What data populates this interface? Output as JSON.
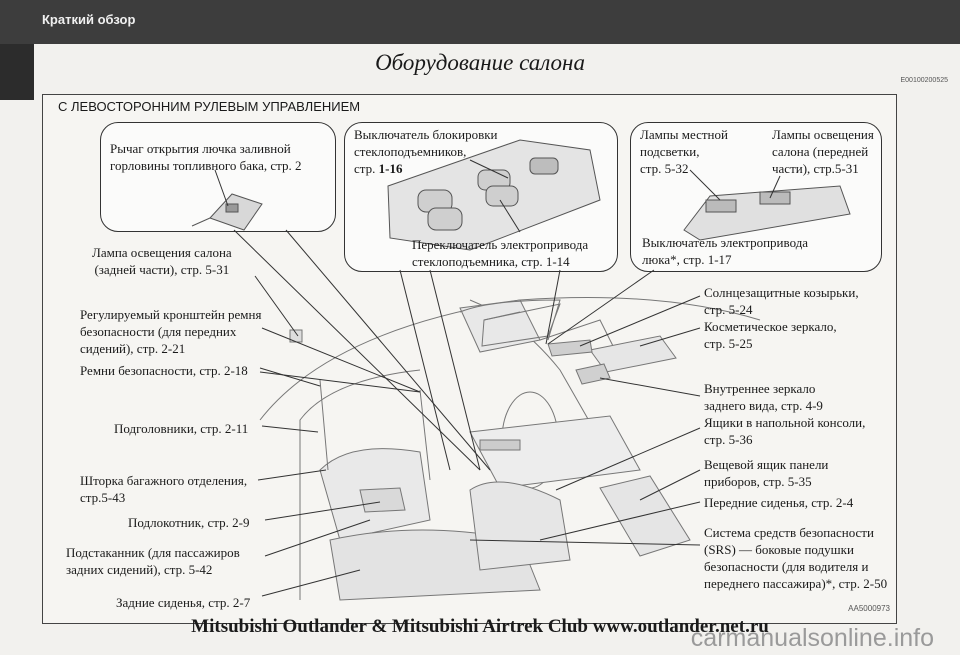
{
  "header": {
    "section": "Краткий обзор"
  },
  "page": {
    "title": "Оборудование салона",
    "code_top": "E00100200525"
  },
  "section_title": "С ЛЕВОСТОРОННИМ РУЛЕВЫМ УПРАВЛЕНИЕМ",
  "callouts": {
    "fuel_lever": [
      "Рычаг открытия лючка заливной",
      "горловины топливного бака, стр. 2"
    ],
    "window_lock": [
      "Выключатель блокировки",
      "стеклоподъемников,",
      "стр. "
    ],
    "window_lock_page": "1-16",
    "window_switch": [
      "Переключатель электропривода",
      "стеклоподъемника, стр. 1-14"
    ],
    "map_lamps": [
      "Лампы местной",
      "подсветки,",
      "стр. 5-32"
    ],
    "front_lamps": [
      "Лампы освещения",
      "салона (передней",
      "части), стр.5-31"
    ],
    "sunroof_switch": [
      "Выключатель электропривода",
      "люка*, стр. 1-17"
    ]
  },
  "labels_left": {
    "rear_lamp": [
      "Лампа освещения салона",
      "(задней части), стр. 5-31"
    ],
    "belt_anchor": [
      "Регулируемый кронштейн ремня",
      "безопасности (для передних",
      "сидений), стр. 2-21"
    ],
    "seat_belts": "Ремни безопасности, стр. 2-18",
    "headrests": "Подголовники, стр. 2-11",
    "cargo_cover": [
      "Шторка багажного отделения,",
      "стр.5-43"
    ],
    "armrest": "Подлокотник, стр. 2-9",
    "cupholder": [
      "Подстаканник (для пассажиров",
      "задних сидений), стр. 5-42"
    ],
    "rear_seats": "Задние сиденья, стр. 2-7"
  },
  "labels_right": {
    "sunvisors": [
      "Солнцезащитные козырьки,",
      "стр. 5-24"
    ],
    "vanity_mirror": [
      "Косметическое зеркало,",
      "стр. 5-25"
    ],
    "rear_mirror": [
      "Внутреннее зеркало",
      "заднего вида, стр. 4-9"
    ],
    "console_box": [
      "Ящики в напольной консоли,",
      "стр. 5-36"
    ],
    "glovebox": [
      "Вещевой ящик панели",
      "приборов, стр. 5-35"
    ],
    "front_seats": "Передние сиденья, стр. 2-4",
    "srs": [
      "Система средств безопасности",
      "(SRS) — боковые подушки",
      "безопасности (для водителя и",
      "переднего пассажира)*, стр. 2-50"
    ]
  },
  "figure_code": "AA5000973",
  "footer": "Mitsubishi Outlander & Mitsubishi Airtrek Club www.outlander.net.ru",
  "watermark": "carmanualsonline.info"
}
